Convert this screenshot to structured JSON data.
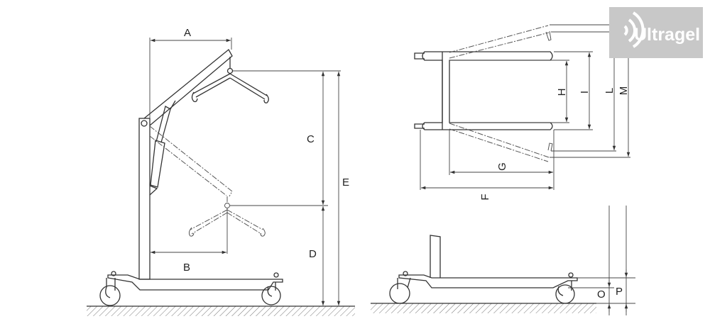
{
  "logo": {
    "brand": "Ultragel",
    "background": "#c8c8c8"
  },
  "side_view": {
    "labels": {
      "A": "A",
      "B": "B",
      "C": "C",
      "D": "D",
      "E": "E"
    }
  },
  "top_view": {
    "labels": {
      "F": "F",
      "G": "G",
      "H": "H",
      "I": "I",
      "L": "L",
      "M": "M"
    }
  },
  "base_view": {
    "labels": {
      "O": "O",
      "P": "P"
    }
  }
}
